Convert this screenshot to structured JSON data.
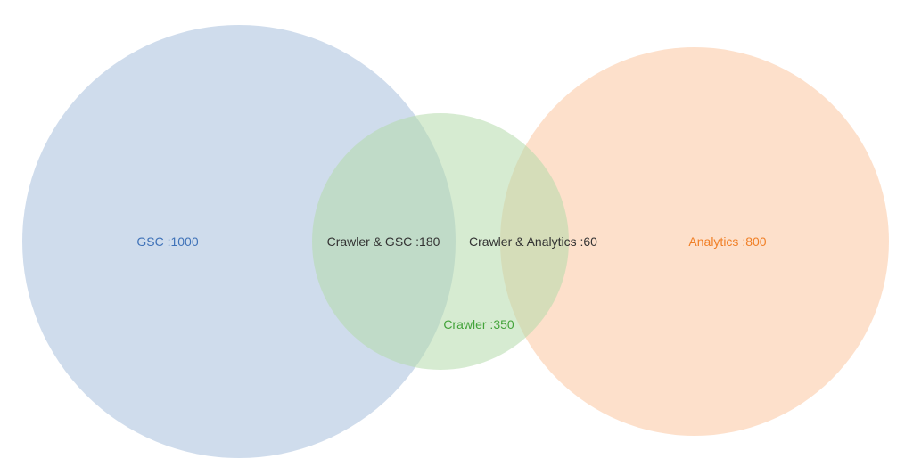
{
  "venn": {
    "sets": [
      {
        "id": "gsc",
        "label": "GSC :1000",
        "size": 1000,
        "fill": "#a7bfdd",
        "text_color": "#3f72b8"
      },
      {
        "id": "crawler",
        "label": "Crawler :350",
        "size": 350,
        "fill": "#b5dbab",
        "text_color": "#43a33a"
      },
      {
        "id": "analytics",
        "label": "Analytics :800",
        "size": 800,
        "fill": "#fbc7a1",
        "text_color": "#f07f26"
      }
    ],
    "intersections": [
      {
        "sets": [
          "crawler",
          "gsc"
        ],
        "label": "Crawler & GSC :180",
        "size": 180
      },
      {
        "sets": [
          "crawler",
          "analytics"
        ],
        "label": "Crawler & Analytics :60",
        "size": 60
      }
    ],
    "intersection_text_color": "#333333"
  }
}
